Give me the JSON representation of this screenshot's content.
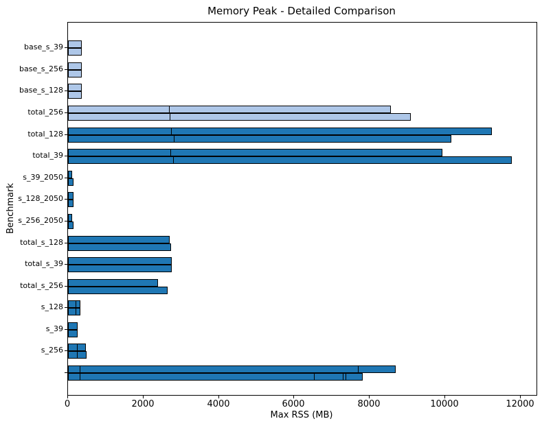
{
  "chart_data": {
    "type": "bar",
    "orientation": "horizontal",
    "title": "Memory Peak - Detailed Comparison",
    "xlabel": "Max RSS (MB)",
    "ylabel": "Benchmark",
    "xlim": [
      0,
      12420
    ],
    "x_ticks": [
      0,
      2000,
      4000,
      6000,
      8000,
      10000,
      12000
    ],
    "grid": false,
    "legend": null,
    "bar_colors": {
      "light": "#aec7e8",
      "dark": "#1f77b4",
      "edge": "#000000"
    },
    "note": "each benchmark has two bars (upper, lower); markers are internal black edge lines at the listed x-values",
    "rows": [
      {
        "label": "base_s_39",
        "color": "light",
        "bars": [
          {
            "value": 360,
            "markers": []
          },
          {
            "value": 360,
            "markers": []
          }
        ]
      },
      {
        "label": "base_s_256",
        "color": "light",
        "bars": [
          {
            "value": 370,
            "markers": []
          },
          {
            "value": 370,
            "markers": []
          }
        ]
      },
      {
        "label": "base_s_128",
        "color": "light",
        "bars": [
          {
            "value": 370,
            "markers": []
          },
          {
            "value": 370,
            "markers": []
          }
        ]
      },
      {
        "label": "total_256",
        "color": "light",
        "bars": [
          {
            "value": 8560,
            "markers": [
              2680
            ]
          },
          {
            "value": 9090,
            "markers": [
              2690
            ]
          }
        ]
      },
      {
        "label": "total_128",
        "color": "dark",
        "bars": [
          {
            "value": 11240,
            "markers": [
              2730
            ]
          },
          {
            "value": 10160,
            "markers": [
              2810
            ]
          }
        ]
      },
      {
        "label": "total_39",
        "color": "dark",
        "bars": [
          {
            "value": 9920,
            "markers": [
              2710
            ]
          },
          {
            "value": 11770,
            "markers": [
              2795
            ]
          }
        ]
      },
      {
        "label": "s_39_2050",
        "color": "dark",
        "bars": [
          {
            "value": 115,
            "markers": []
          },
          {
            "value": 145,
            "markers": []
          }
        ]
      },
      {
        "label": "s_128_2050",
        "color": "dark",
        "bars": [
          {
            "value": 150,
            "markers": []
          },
          {
            "value": 150,
            "markers": []
          }
        ]
      },
      {
        "label": "s_256_2050",
        "color": "dark",
        "bars": [
          {
            "value": 115,
            "markers": []
          },
          {
            "value": 145,
            "markers": []
          }
        ]
      },
      {
        "label": "total_s_128",
        "color": "dark",
        "bars": [
          {
            "value": 2690,
            "markers": []
          },
          {
            "value": 2730,
            "markers": []
          }
        ]
      },
      {
        "label": "total_s_39",
        "color": "dark",
        "bars": [
          {
            "value": 2750,
            "markers": []
          },
          {
            "value": 2750,
            "markers": []
          }
        ]
      },
      {
        "label": "total_s_256",
        "color": "dark",
        "bars": [
          {
            "value": 2380,
            "markers": []
          },
          {
            "value": 2640,
            "markers": []
          }
        ]
      },
      {
        "label": "s_128",
        "color": "dark",
        "bars": [
          {
            "value": 330,
            "markers": [
              205
            ]
          },
          {
            "value": 330,
            "markers": [
              205
            ]
          }
        ]
      },
      {
        "label": "s_39",
        "color": "dark",
        "bars": [
          {
            "value": 260,
            "markers": []
          },
          {
            "value": 260,
            "markers": []
          }
        ]
      },
      {
        "label": "s_256",
        "color": "dark",
        "bars": [
          {
            "value": 470,
            "markers": [
              240
            ]
          },
          {
            "value": 500,
            "markers": [
              240
            ]
          }
        ]
      },
      {
        "label": "",
        "color": "dark",
        "bars": [
          {
            "value": 8680,
            "markers": [
              315,
              7685
            ]
          },
          {
            "value": 7820,
            "markers": [
              315,
              6515,
              7290,
              7350
            ]
          }
        ]
      }
    ]
  }
}
